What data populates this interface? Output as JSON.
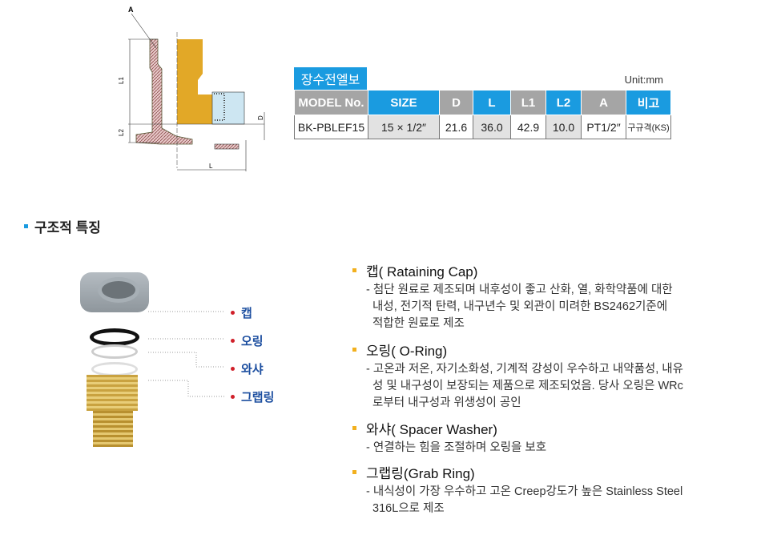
{
  "drawing": {
    "labels": {
      "a": "A",
      "l1": "L1",
      "l2": "L2",
      "d": "D",
      "l": "L"
    }
  },
  "spec": {
    "title": "장수전엘보",
    "unit": "Unit:mm",
    "headers": [
      "MODEL No.",
      "SIZE",
      "D",
      "L",
      "L1",
      "L2",
      "A",
      "비고"
    ],
    "row": [
      "BK-PBLEF15",
      "15 × 1/2″",
      "21.6",
      "36.0",
      "42.9",
      "10.0",
      "PT1/2″",
      "구규격(KS)"
    ],
    "colors": {
      "blue": "#1a9be0",
      "gray": "#a5a5a5"
    }
  },
  "section": {
    "title": "구조적 특징"
  },
  "parts": [
    "캡",
    "오링",
    "와샤",
    "그랩링"
  ],
  "features": [
    {
      "title": "캡( Rataining Cap)",
      "text": "- 첨단 원료로 제조되며 내후성이 좋고 산화, 열, 화학약품에 대한\n  내성, 전기적 탄력, 내구년수 및 외관이 미려한 BS2462기준에\n  적합한 원료로 제조"
    },
    {
      "title": "오링( O-Ring)",
      "text": "- 고온과 저온, 자기소화성, 기계적 강성이 우수하고 내약품성, 내유\n  성 및 내구성이 보장되는 제품으로 제조되었음. 당사 오링은 WRc\n  로부터 내구성과 위생성이 공인"
    },
    {
      "title": "와샤( Spacer Washer)",
      "text": "- 연결하는 힘을 조절하며 오링을 보호"
    },
    {
      "title": "그랩링(Grab Ring)",
      "text": "- 내식성이 가장 우수하고 고온 Creep강도가 높은 Stainless Steel\n  316L으로 제조"
    }
  ]
}
